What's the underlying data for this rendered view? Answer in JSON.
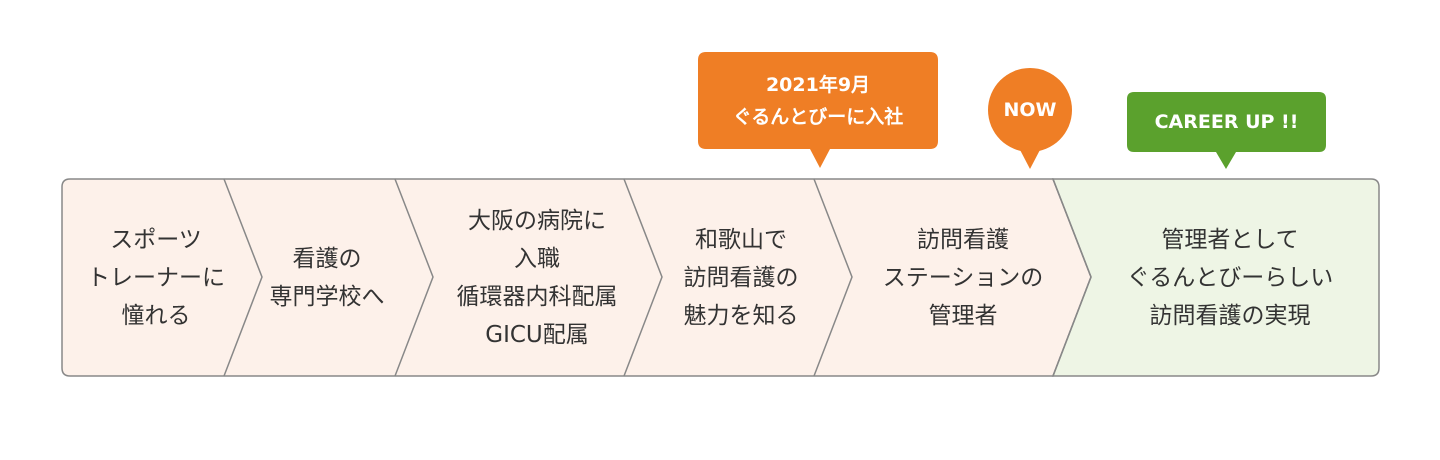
{
  "colors": {
    "step_fill": "#fdf1ea",
    "goal_fill": "#eef5e5",
    "border": "#888888",
    "text": "#333333",
    "orange": "#ef7e25",
    "green": "#5ba12d"
  },
  "steps": [
    {
      "label": "スポーツ\nトレーナーに\n憧れる"
    },
    {
      "label": "看護の\n専門学校へ"
    },
    {
      "label": "大阪の病院に\n入職\n循環器内科配属\nGICU配属"
    },
    {
      "label": "和歌山で\n訪問看護の\n魅力を知る"
    },
    {
      "label": "訪問看護\nステーションの\n管理者"
    },
    {
      "label": "管理者として\nぐるんとびーらしい\n訪問看護の実現"
    }
  ],
  "callouts": {
    "joined": "2021年9月\nぐるんとびーに入社",
    "now": "NOW",
    "career_up": "CAREER UP !!"
  }
}
